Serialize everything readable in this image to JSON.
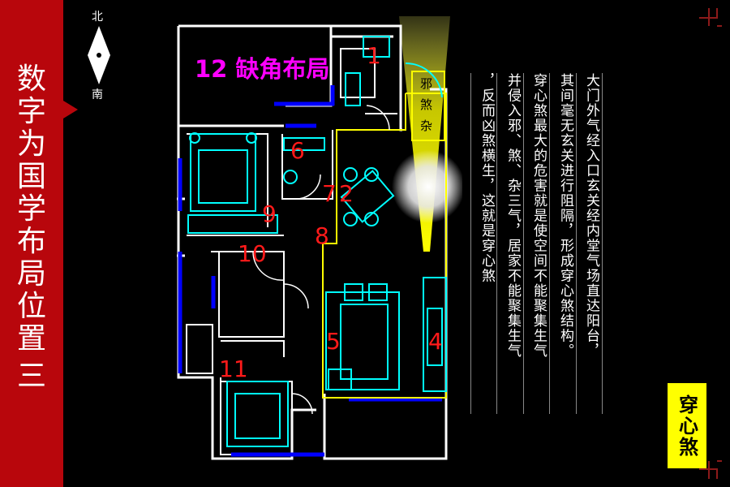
{
  "sidebar": {
    "title_chars": [
      "数",
      "字",
      "为",
      "国",
      "学",
      "布",
      "局",
      "位",
      "置"
    ],
    "title_suffix": "三"
  },
  "compass": {
    "north": "北",
    "south": "南"
  },
  "plan": {
    "missing_corner_label": "12 缺角布局",
    "evil_label": "邪\n煞\n杂",
    "room_numbers": [
      "1",
      "4",
      "5",
      "6",
      "7",
      "2",
      "8",
      "9",
      "10",
      "11"
    ]
  },
  "text_columns": [
    "大门外气经入口玄关经内堂气场直达阳台，",
    "其间毫无玄关进行阻隔，形成穿心煞结构。",
    "穿心煞最大的危害就是使空间不能聚集生气",
    "并侵入邪、煞、杂三气，居家不能聚集生气",
    "，反而凶煞横生，这就是穿心煞"
  ],
  "badge": "穿心煞",
  "colors": {
    "sidebar": "#b8060c",
    "badge": "#ffff00",
    "wall": "#ffffff",
    "furniture": "#00ffff",
    "accent_blue": "#0000ff",
    "path": "#ffff00",
    "label_red": "#ff1a1a",
    "label_magenta": "#ff00ff"
  }
}
